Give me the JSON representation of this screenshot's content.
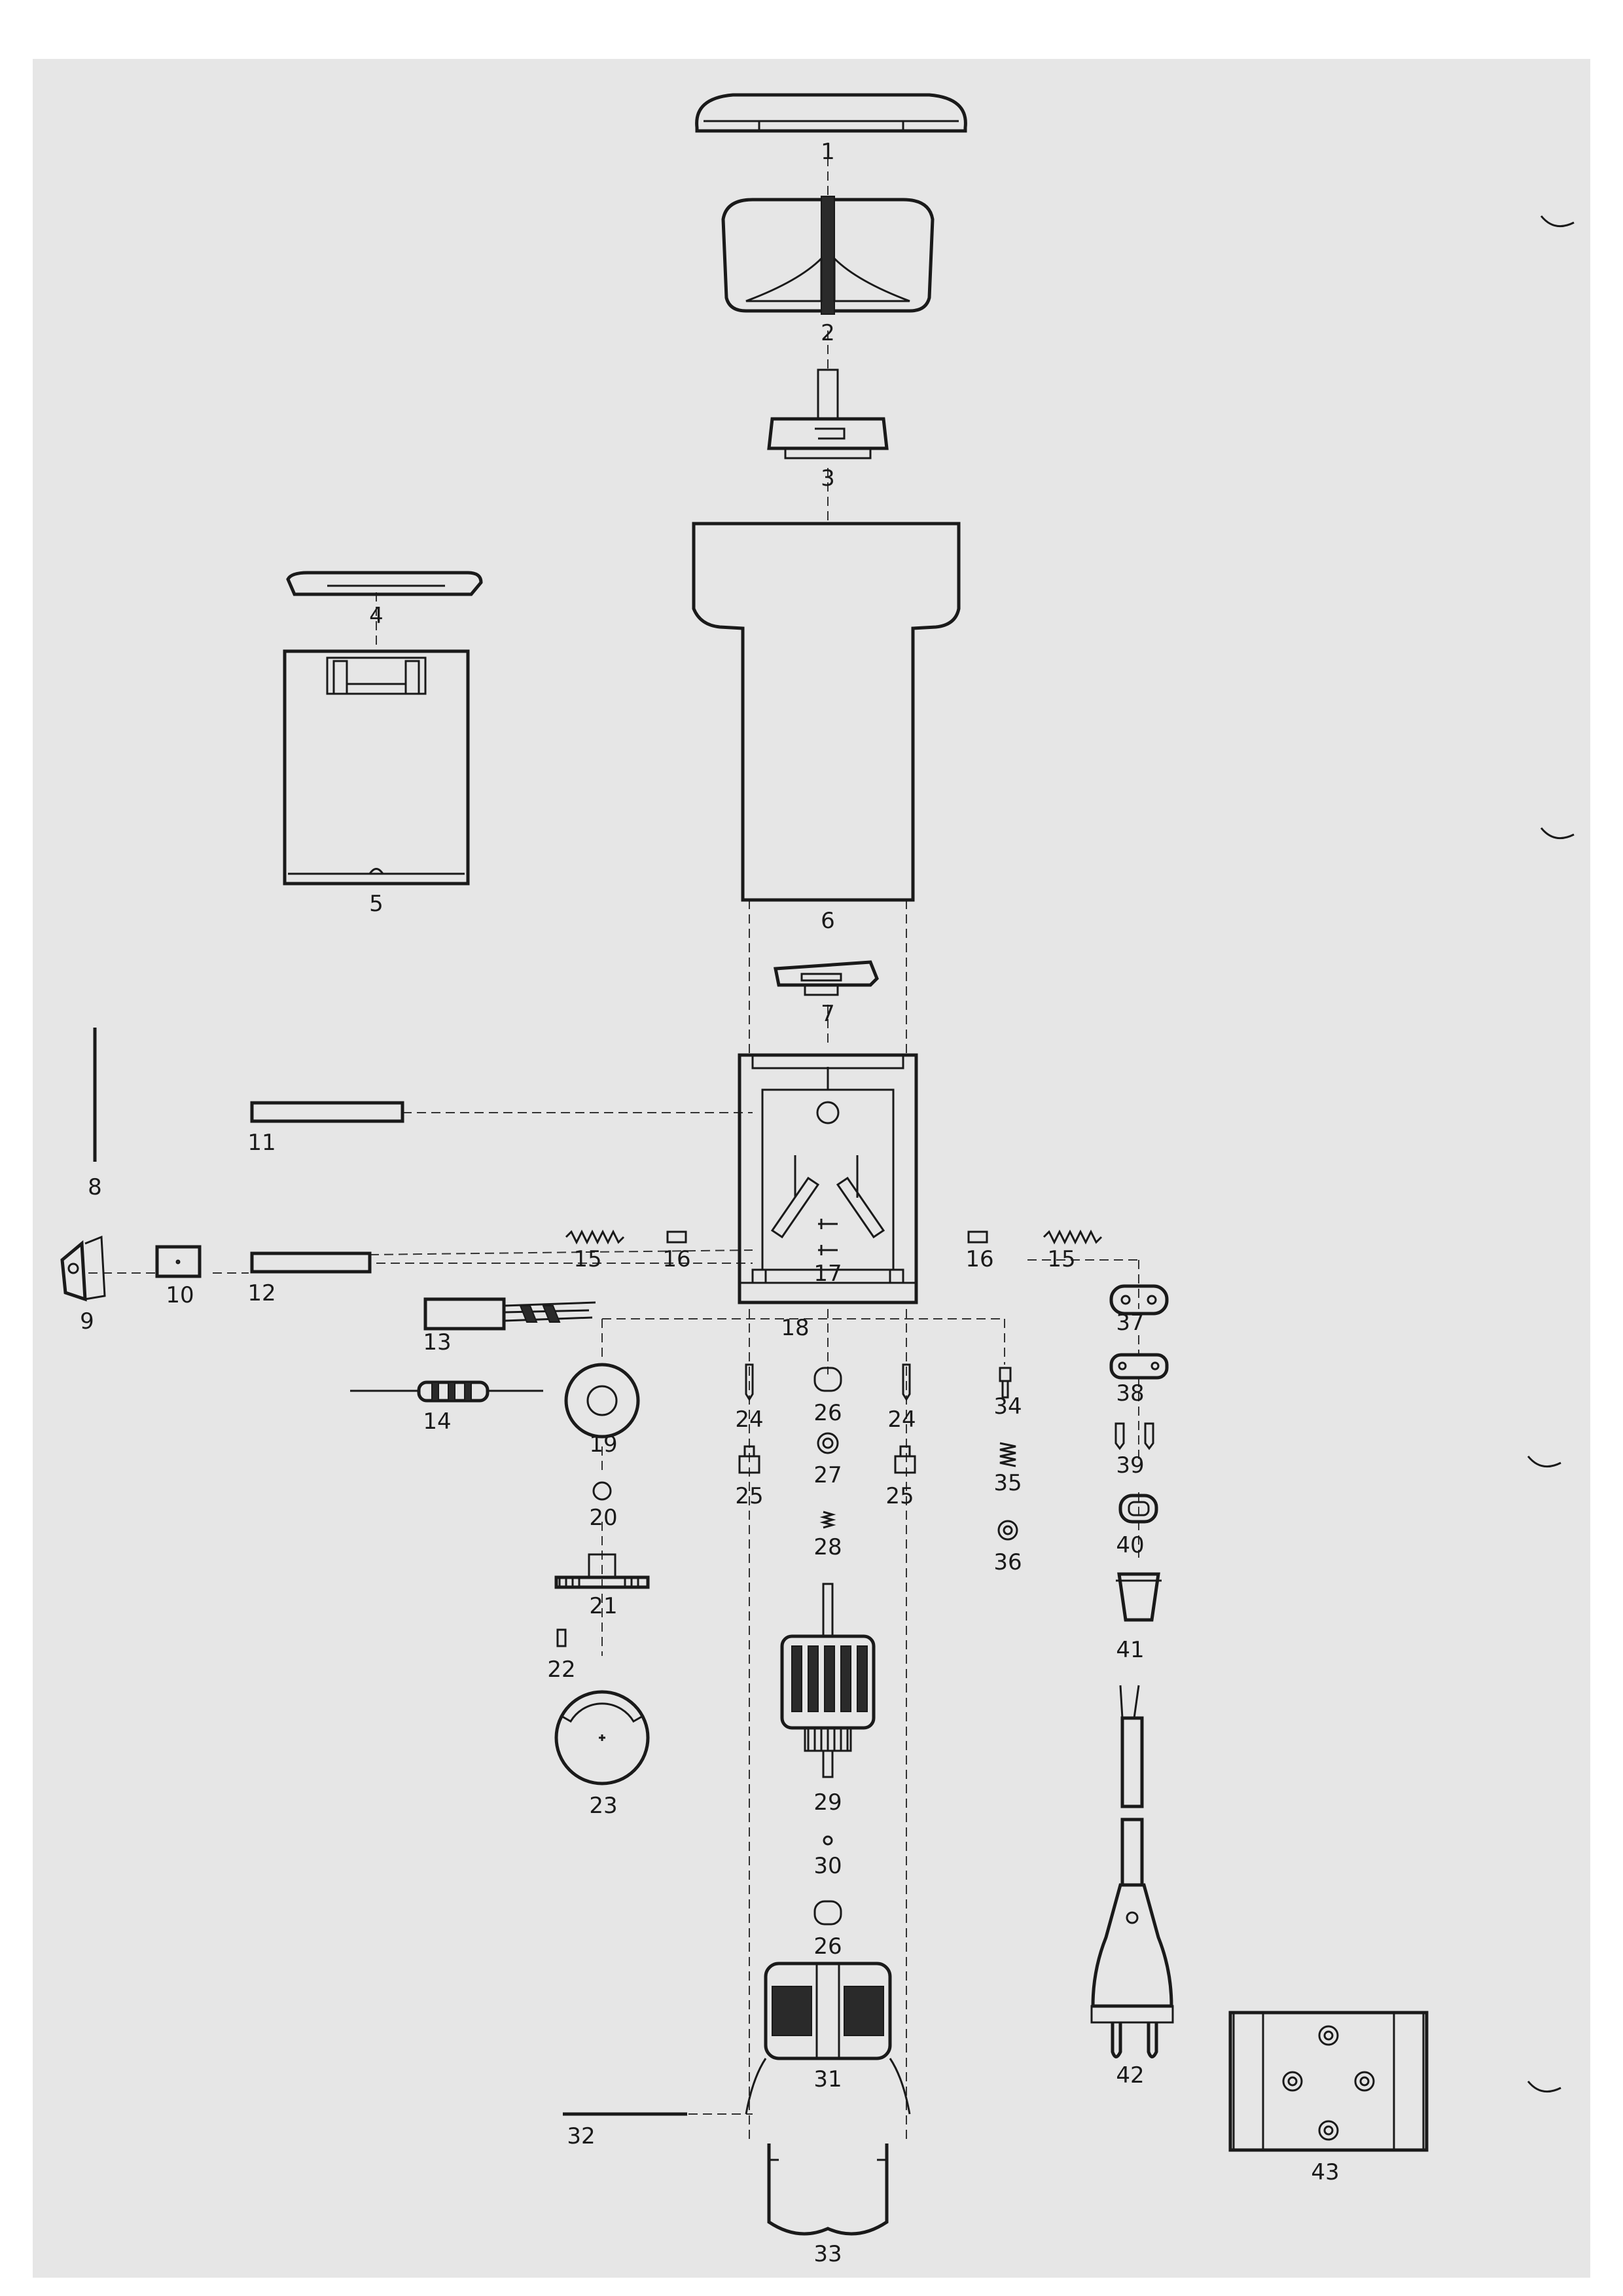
{
  "diagram": {
    "background": "#e6e6e6",
    "ink": "#1a1a1a",
    "parts": [
      {
        "id": "p1",
        "label": "1"
      },
      {
        "id": "p2",
        "label": "2"
      },
      {
        "id": "p3",
        "label": "3"
      },
      {
        "id": "p4",
        "label": "4"
      },
      {
        "id": "p5",
        "label": "5"
      },
      {
        "id": "p6",
        "label": "6"
      },
      {
        "id": "p7",
        "label": "7"
      },
      {
        "id": "p8",
        "label": "8"
      },
      {
        "id": "p9",
        "label": "9"
      },
      {
        "id": "p10",
        "label": "10"
      },
      {
        "id": "p11",
        "label": "11"
      },
      {
        "id": "p12",
        "label": "12"
      },
      {
        "id": "p13",
        "label": "13"
      },
      {
        "id": "p14",
        "label": "14"
      },
      {
        "id": "p15a",
        "label": "15"
      },
      {
        "id": "p16a",
        "label": "16"
      },
      {
        "id": "p16b",
        "label": "16"
      },
      {
        "id": "p15b",
        "label": "15"
      },
      {
        "id": "p17",
        "label": "17"
      },
      {
        "id": "p18",
        "label": "18"
      },
      {
        "id": "p19",
        "label": "19"
      },
      {
        "id": "p20",
        "label": "20"
      },
      {
        "id": "p21",
        "label": "21"
      },
      {
        "id": "p22",
        "label": "22"
      },
      {
        "id": "p23",
        "label": "23"
      },
      {
        "id": "p24a",
        "label": "24"
      },
      {
        "id": "p24b",
        "label": "24"
      },
      {
        "id": "p25a",
        "label": "25"
      },
      {
        "id": "p25b",
        "label": "25"
      },
      {
        "id": "p26a",
        "label": "26"
      },
      {
        "id": "p26b",
        "label": "26"
      },
      {
        "id": "p27",
        "label": "27"
      },
      {
        "id": "p28",
        "label": "28"
      },
      {
        "id": "p29",
        "label": "29"
      },
      {
        "id": "p30",
        "label": "30"
      },
      {
        "id": "p31",
        "label": "31"
      },
      {
        "id": "p32",
        "label": "32"
      },
      {
        "id": "p33",
        "label": "33"
      },
      {
        "id": "p34",
        "label": "34"
      },
      {
        "id": "p35",
        "label": "35"
      },
      {
        "id": "p36",
        "label": "36"
      },
      {
        "id": "p37",
        "label": "37"
      },
      {
        "id": "p38",
        "label": "38"
      },
      {
        "id": "p39",
        "label": "39"
      },
      {
        "id": "p40",
        "label": "40"
      },
      {
        "id": "p41",
        "label": "41"
      },
      {
        "id": "p42",
        "label": "42"
      },
      {
        "id": "p43",
        "label": "43"
      }
    ]
  }
}
